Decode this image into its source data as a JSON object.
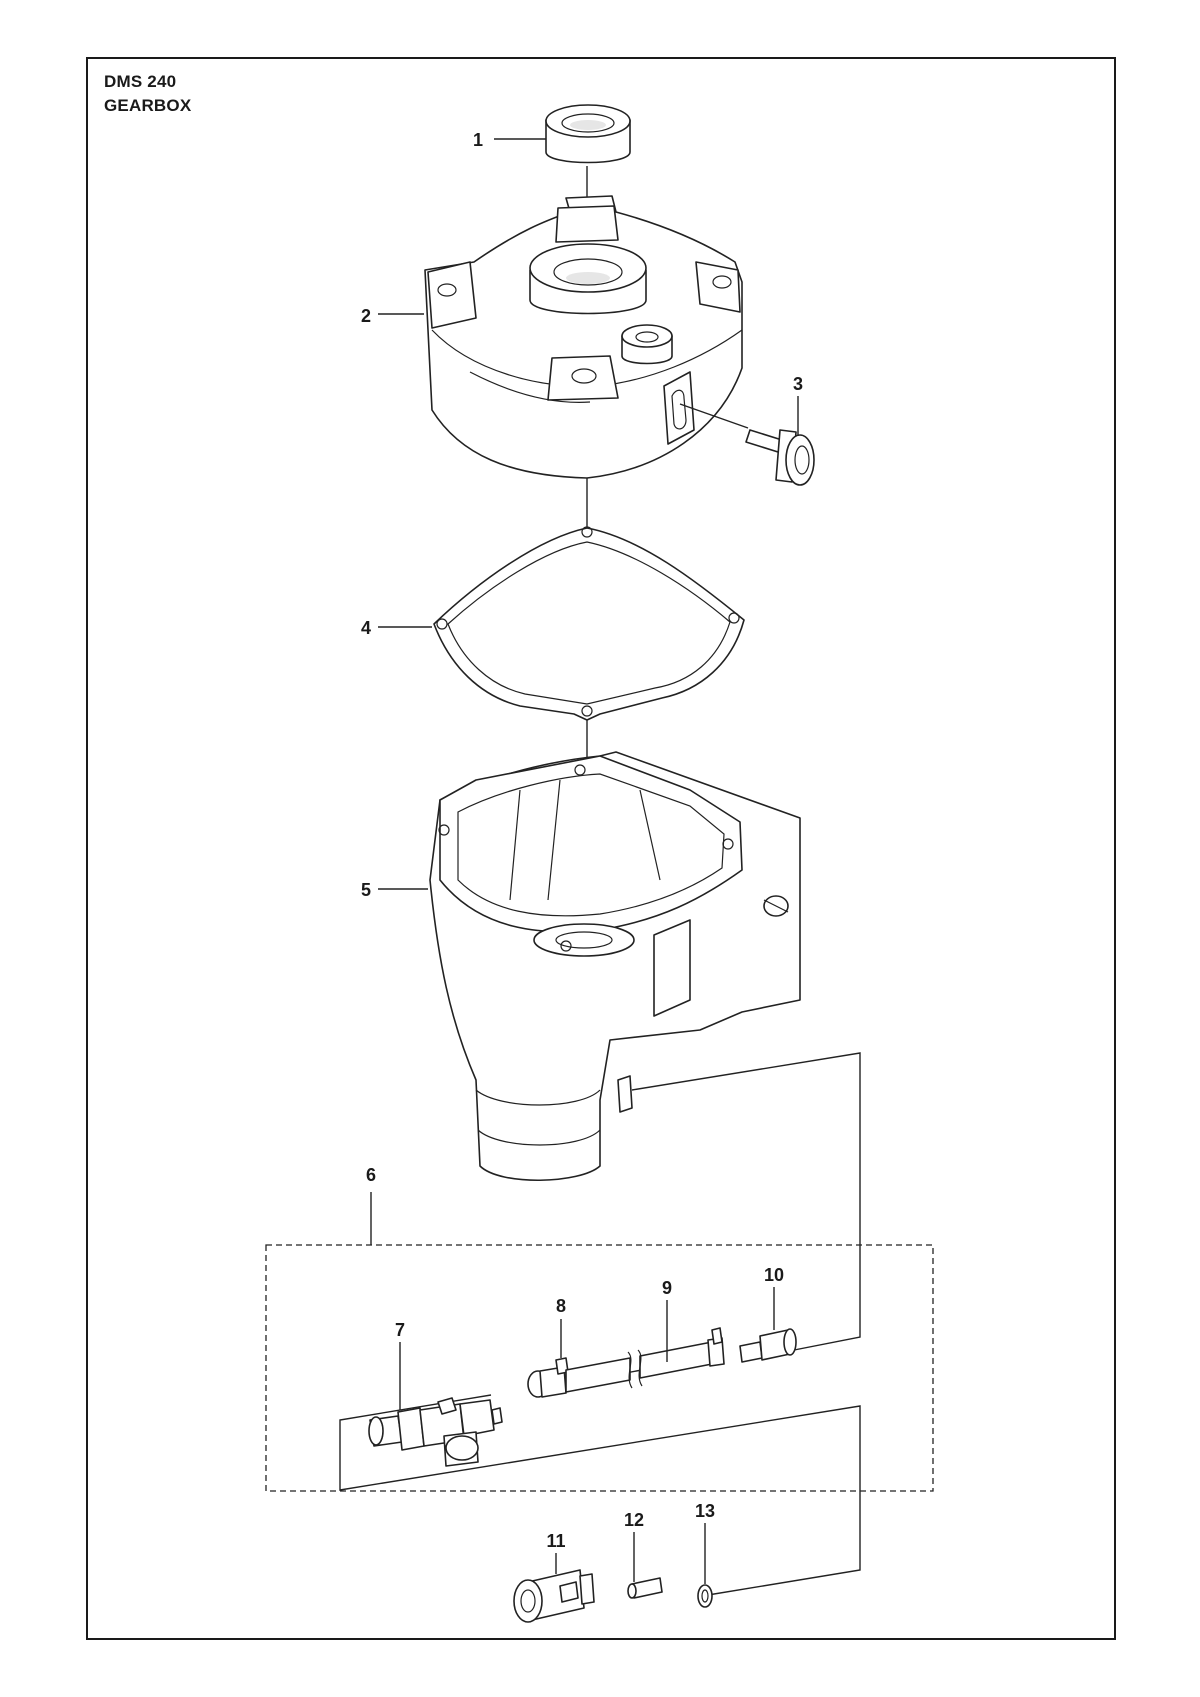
{
  "header": {
    "model": "DMS 240",
    "section": "GEARBOX"
  },
  "callouts": [
    "1",
    "2",
    "3",
    "4",
    "5",
    "6",
    "7",
    "8",
    "9",
    "10",
    "11",
    "12",
    "13"
  ]
}
